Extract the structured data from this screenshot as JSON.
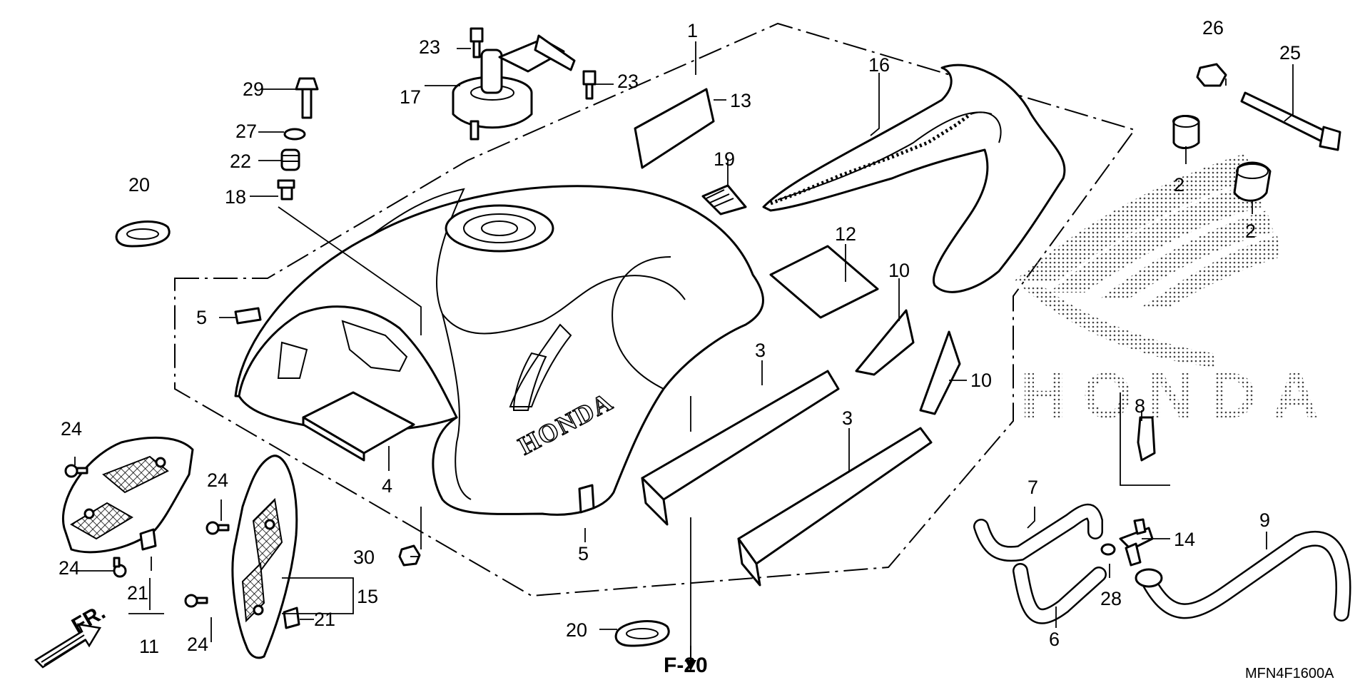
{
  "diagram": {
    "code": "MFN4F1600A",
    "reference": "F-20",
    "direction": "FR.",
    "brand": "HONDA",
    "callouts": [
      "1",
      "2",
      "2",
      "3",
      "3",
      "4",
      "5",
      "5",
      "6",
      "7",
      "8",
      "9",
      "10",
      "10",
      "11",
      "12",
      "13",
      "14",
      "15",
      "16",
      "17",
      "18",
      "19",
      "20",
      "20",
      "21",
      "21",
      "22",
      "23",
      "23",
      "24",
      "24",
      "24",
      "24",
      "25",
      "26",
      "27",
      "28",
      "29",
      "30"
    ]
  }
}
